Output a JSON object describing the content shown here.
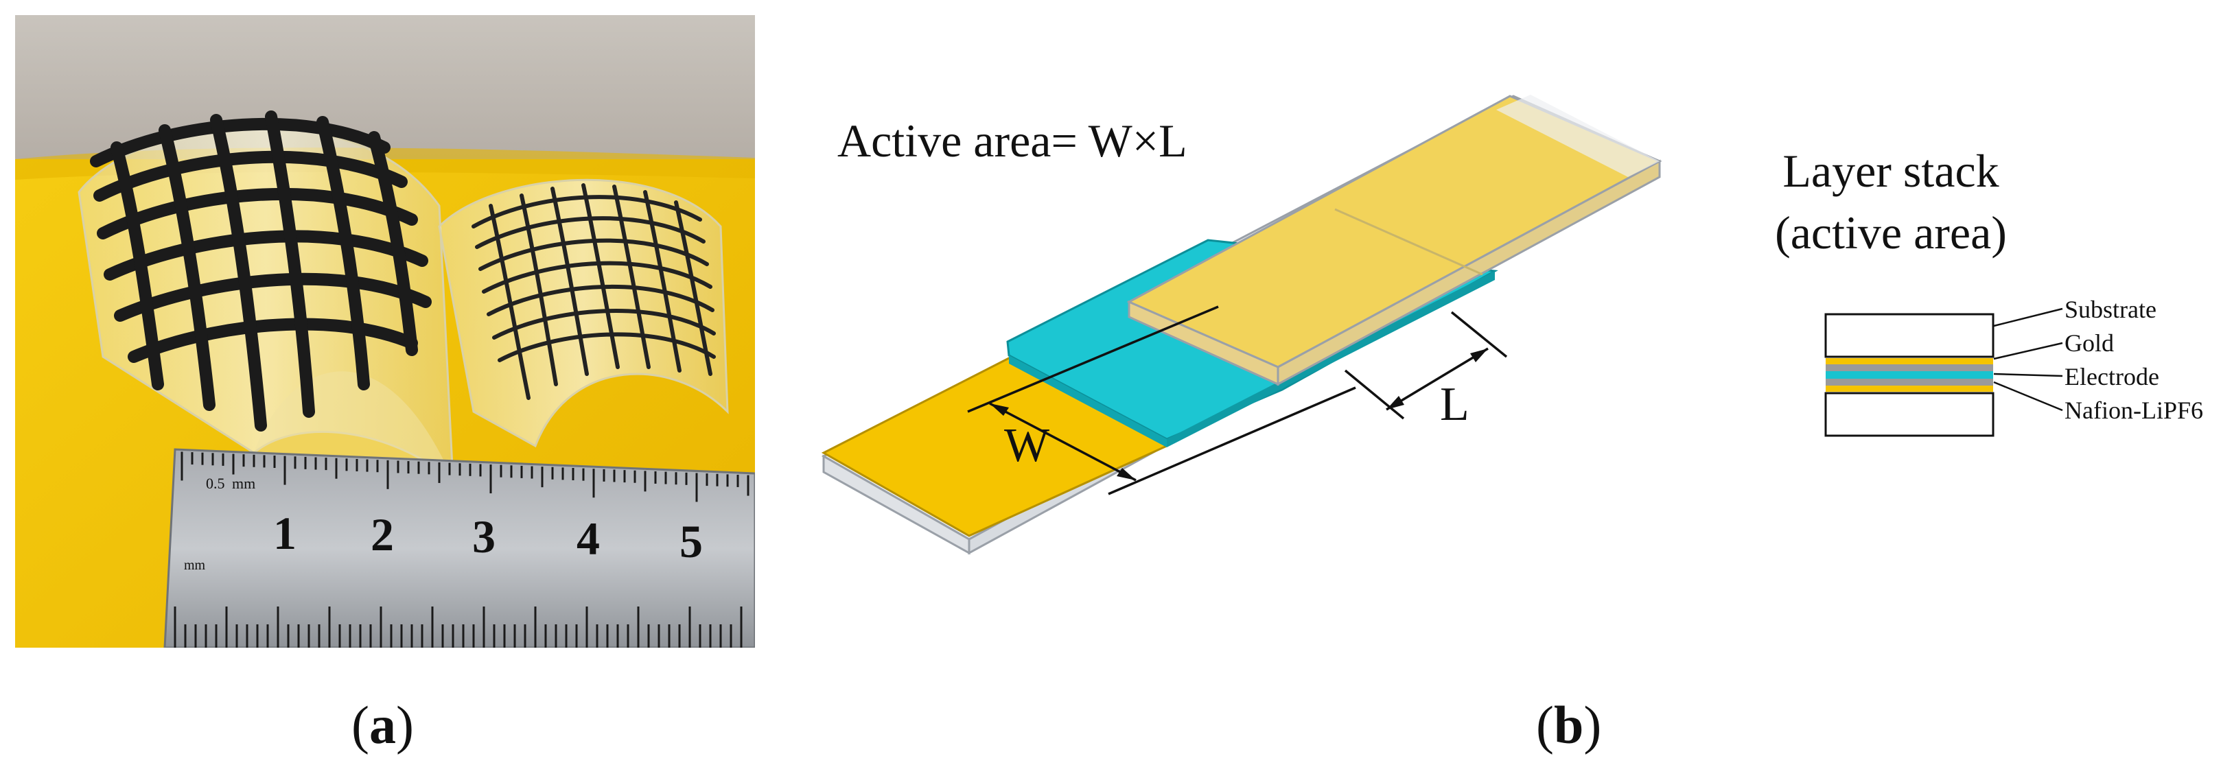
{
  "panels": {
    "a": {
      "label_open": "(",
      "label_letter": "a",
      "label_close": ")"
    },
    "b": {
      "label_open": "(",
      "label_letter": "b",
      "label_close": ")"
    }
  },
  "ruler": {
    "units": "mm",
    "half_mark": "0.5",
    "numbers": [
      "1",
      "2",
      "3",
      "4",
      "5"
    ],
    "side_unit": "mm"
  },
  "diagram": {
    "active_area_text": "Active area= W×L",
    "dim_w": "W",
    "dim_l": "L"
  },
  "layer_stack": {
    "title_line1": "Layer stack",
    "title_line2": "(active area)",
    "labels": [
      "Substrate",
      "Gold",
      "Electrode",
      "Nafion-LiPF6"
    ]
  },
  "colors": {
    "gold": "#F5C400",
    "electrode": "#19C3CF",
    "nafion": "#9A9A9A",
    "backdrop_yellow": "#F4C300"
  }
}
